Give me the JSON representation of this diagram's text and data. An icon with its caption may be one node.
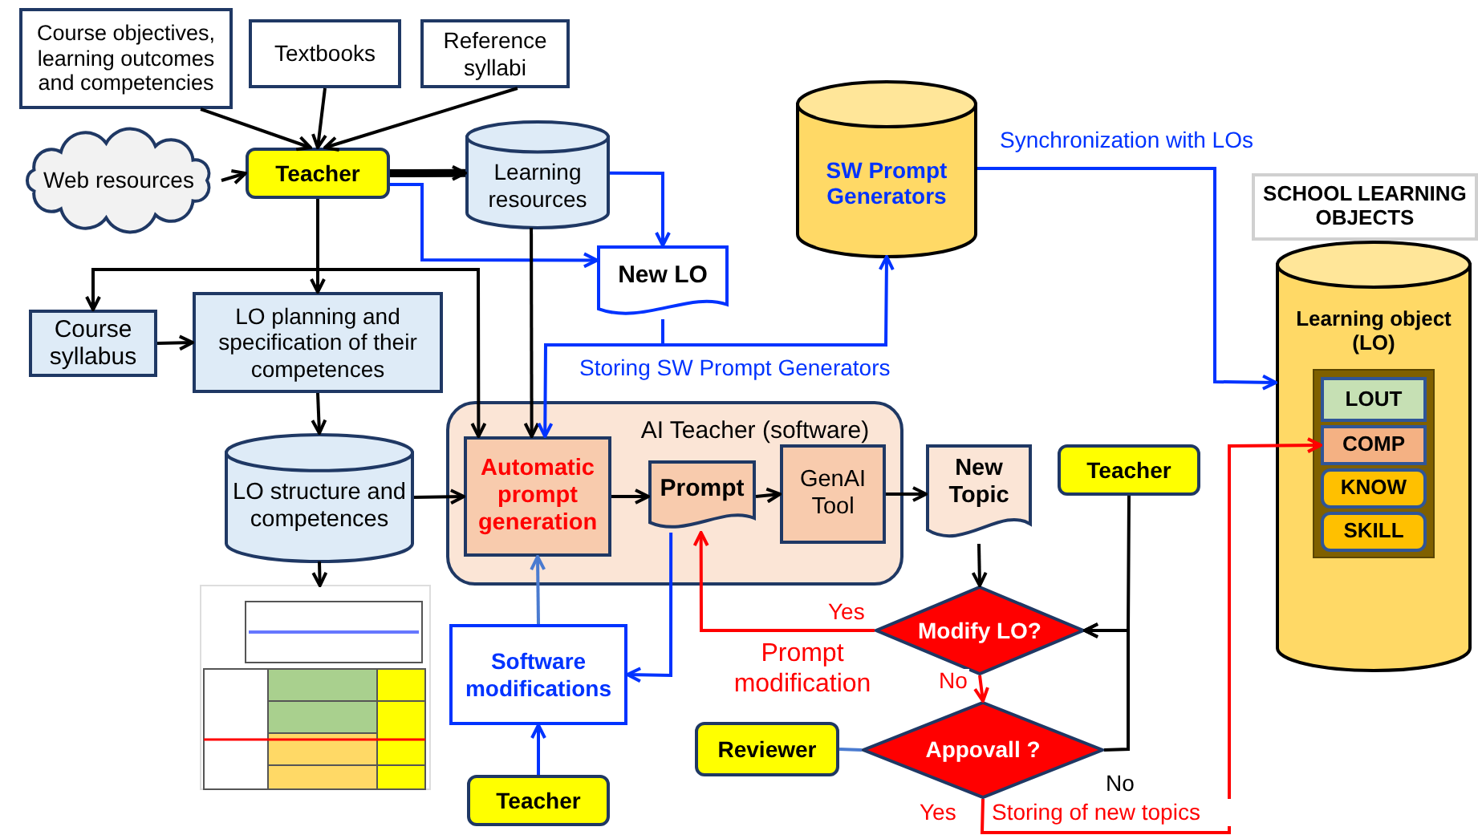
{
  "diagram": {
    "nodes": [
      {
        "text": [
          "Course objectives, learning outcomes and competencies"
        ]
      },
      {
        "text": [
          "Textbooks"
        ]
      },
      {
        "text": [
          "Reference syllabi"
        ]
      },
      {
        "text": [
          "Web resources"
        ]
      },
      {
        "text": [
          "Teacher"
        ]
      },
      {
        "text": [
          "Learning resources"
        ]
      },
      {
        "text": [
          "New LO"
        ]
      },
      {
        "text": [
          "Course syllabus"
        ]
      },
      {
        "text": [
          "LO planning and specification of their competences"
        ]
      },
      {
        "text": [
          "LO structure and competences"
        ]
      },
      {
        "text": [],
        "shape": "picture"
      },
      {
        "text": [
          "AI Teacher (software)"
        ]
      },
      {
        "text": [
          "Automatic prompt generation"
        ],
        "in": 11
      },
      {
        "text": [
          "Prompt"
        ],
        "in": 11
      },
      {
        "text": [
          "GenAI Tool"
        ],
        "in": 11
      },
      {
        "text": [
          "New Topic"
        ]
      },
      {
        "text": [
          "SW Prompt Generators"
        ]
      },
      {
        "text": [
          "SCHOOL LEARNING OBJECTS"
        ]
      },
      {
        "text": [
          "Learning object (LO)"
        ]
      },
      {
        "text": [],
        "shape": "box",
        "in": 18
      },
      {
        "text": [
          "LOUT"
        ],
        "in": 19
      },
      {
        "text": [
          "COMP"
        ],
        "in": 19
      },
      {
        "text": [
          "KNOW"
        ],
        "in": 19
      },
      {
        "text": [
          "SKILL"
        ],
        "in": 19
      },
      {
        "text": [
          "Teacher"
        ]
      },
      {
        "text": [
          "Modify LO?"
        ]
      },
      {
        "text": [
          "Appovall ?"
        ]
      },
      {
        "text": [
          "Reviewer"
        ]
      },
      {
        "text": [
          "Software modifications"
        ]
      },
      {
        "text": [
          "Teacher"
        ]
      }
    ],
    "edges": [
      {
        "from": 0,
        "to": 4,
        "arrow": "to"
      },
      {
        "from": 1,
        "to": 4,
        "arrow": "to"
      },
      {
        "from": 2,
        "to": 4,
        "arrow": "to"
      },
      {
        "from": 3,
        "to": 4,
        "arrow": "to"
      },
      {
        "from": 4,
        "to": 5,
        "arrow": "to",
        "style": "thick"
      },
      {
        "from": 4,
        "to": 6,
        "arrow": "to",
        "color": "#0033ff"
      },
      {
        "from": 5,
        "to": 6,
        "arrow": "to",
        "color": "#0033ff"
      },
      {
        "from": 4,
        "to": 8,
        "arrow": "to"
      },
      {
        "from": 4,
        "to": 7,
        "arrow": "to"
      },
      {
        "from": 4,
        "to": 12,
        "arrow": "to"
      },
      {
        "from": 7,
        "to": 8,
        "arrow": "to"
      },
      {
        "from": 8,
        "to": 9,
        "arrow": "to"
      },
      {
        "from": 9,
        "to": 10,
        "arrow": "to"
      },
      {
        "from": 9,
        "to": 12,
        "arrow": "to"
      },
      {
        "from": 5,
        "to": 12,
        "arrow": "to"
      },
      {
        "from": 6,
        "to": 12,
        "arrow": "to",
        "color": "#0033ff"
      },
      {
        "from": 6,
        "to": 16,
        "arrow": "to",
        "label": "Storing SW Prompt Generators",
        "color": "#0033ff"
      },
      {
        "from": 12,
        "to": 13,
        "arrow": "to"
      },
      {
        "from": 13,
        "to": 14,
        "arrow": "to"
      },
      {
        "from": 14,
        "to": 15,
        "arrow": "to"
      },
      {
        "from": 15,
        "to": 25,
        "arrow": "to"
      },
      {
        "from": 13,
        "to": 28,
        "arrow": "to",
        "color": "#0033ff"
      },
      {
        "from": 28,
        "to": 12,
        "arrow": "to",
        "color": "#4a7bd0"
      },
      {
        "from": 29,
        "to": 28,
        "arrow": "to",
        "color": "#0033ff"
      },
      {
        "from": 16,
        "to": 18,
        "arrow": "to",
        "label": "Synchronization with LOs",
        "color": "#0033ff"
      },
      {
        "from": 24,
        "to": 25,
        "arrow": "to"
      },
      {
        "from": 26,
        "to": 25,
        "arrow": "to",
        "label": "No"
      },
      {
        "from": 25,
        "to": 13,
        "arrow": "to",
        "label": "Yes",
        "color": "#ff0000"
      },
      {
        "from": 25,
        "to": 26,
        "arrow": "to",
        "label": "No",
        "color": "#ff0000"
      },
      {
        "from": 27,
        "to": 26,
        "arrow": "none",
        "color": "#4a7bd0"
      },
      {
        "from": 26,
        "to": 21,
        "arrow": "to",
        "label": "Yes",
        "color": "#ff0000"
      }
    ],
    "labels": [
      "Prompt modification",
      "Storing of new topics"
    ]
  }
}
